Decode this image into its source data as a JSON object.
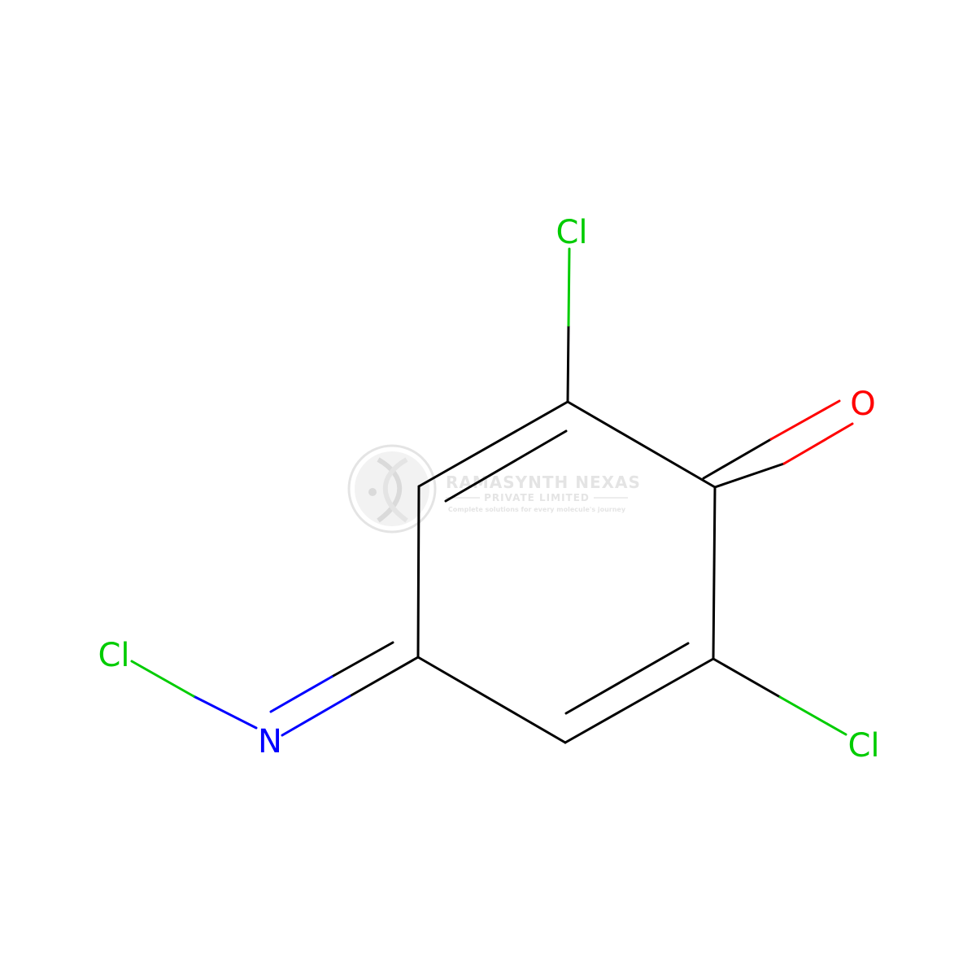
{
  "atoms": {
    "cl_top": "Cl",
    "oxygen": "O",
    "cl_left": "Cl",
    "nitrogen": "N",
    "cl_bottom": "Cl"
  },
  "watermark": {
    "company": "RAMASYNTH NEXAS",
    "subtitle": "PRIVATE LIMITED",
    "tagline": "Complete solutions for every molecule's journey"
  },
  "colors": {
    "bond": "#000000",
    "chlorine": "#00cc00",
    "oxygen": "#ff0000",
    "nitrogen": "#0000ff",
    "watermark": "#c8c8c8"
  }
}
